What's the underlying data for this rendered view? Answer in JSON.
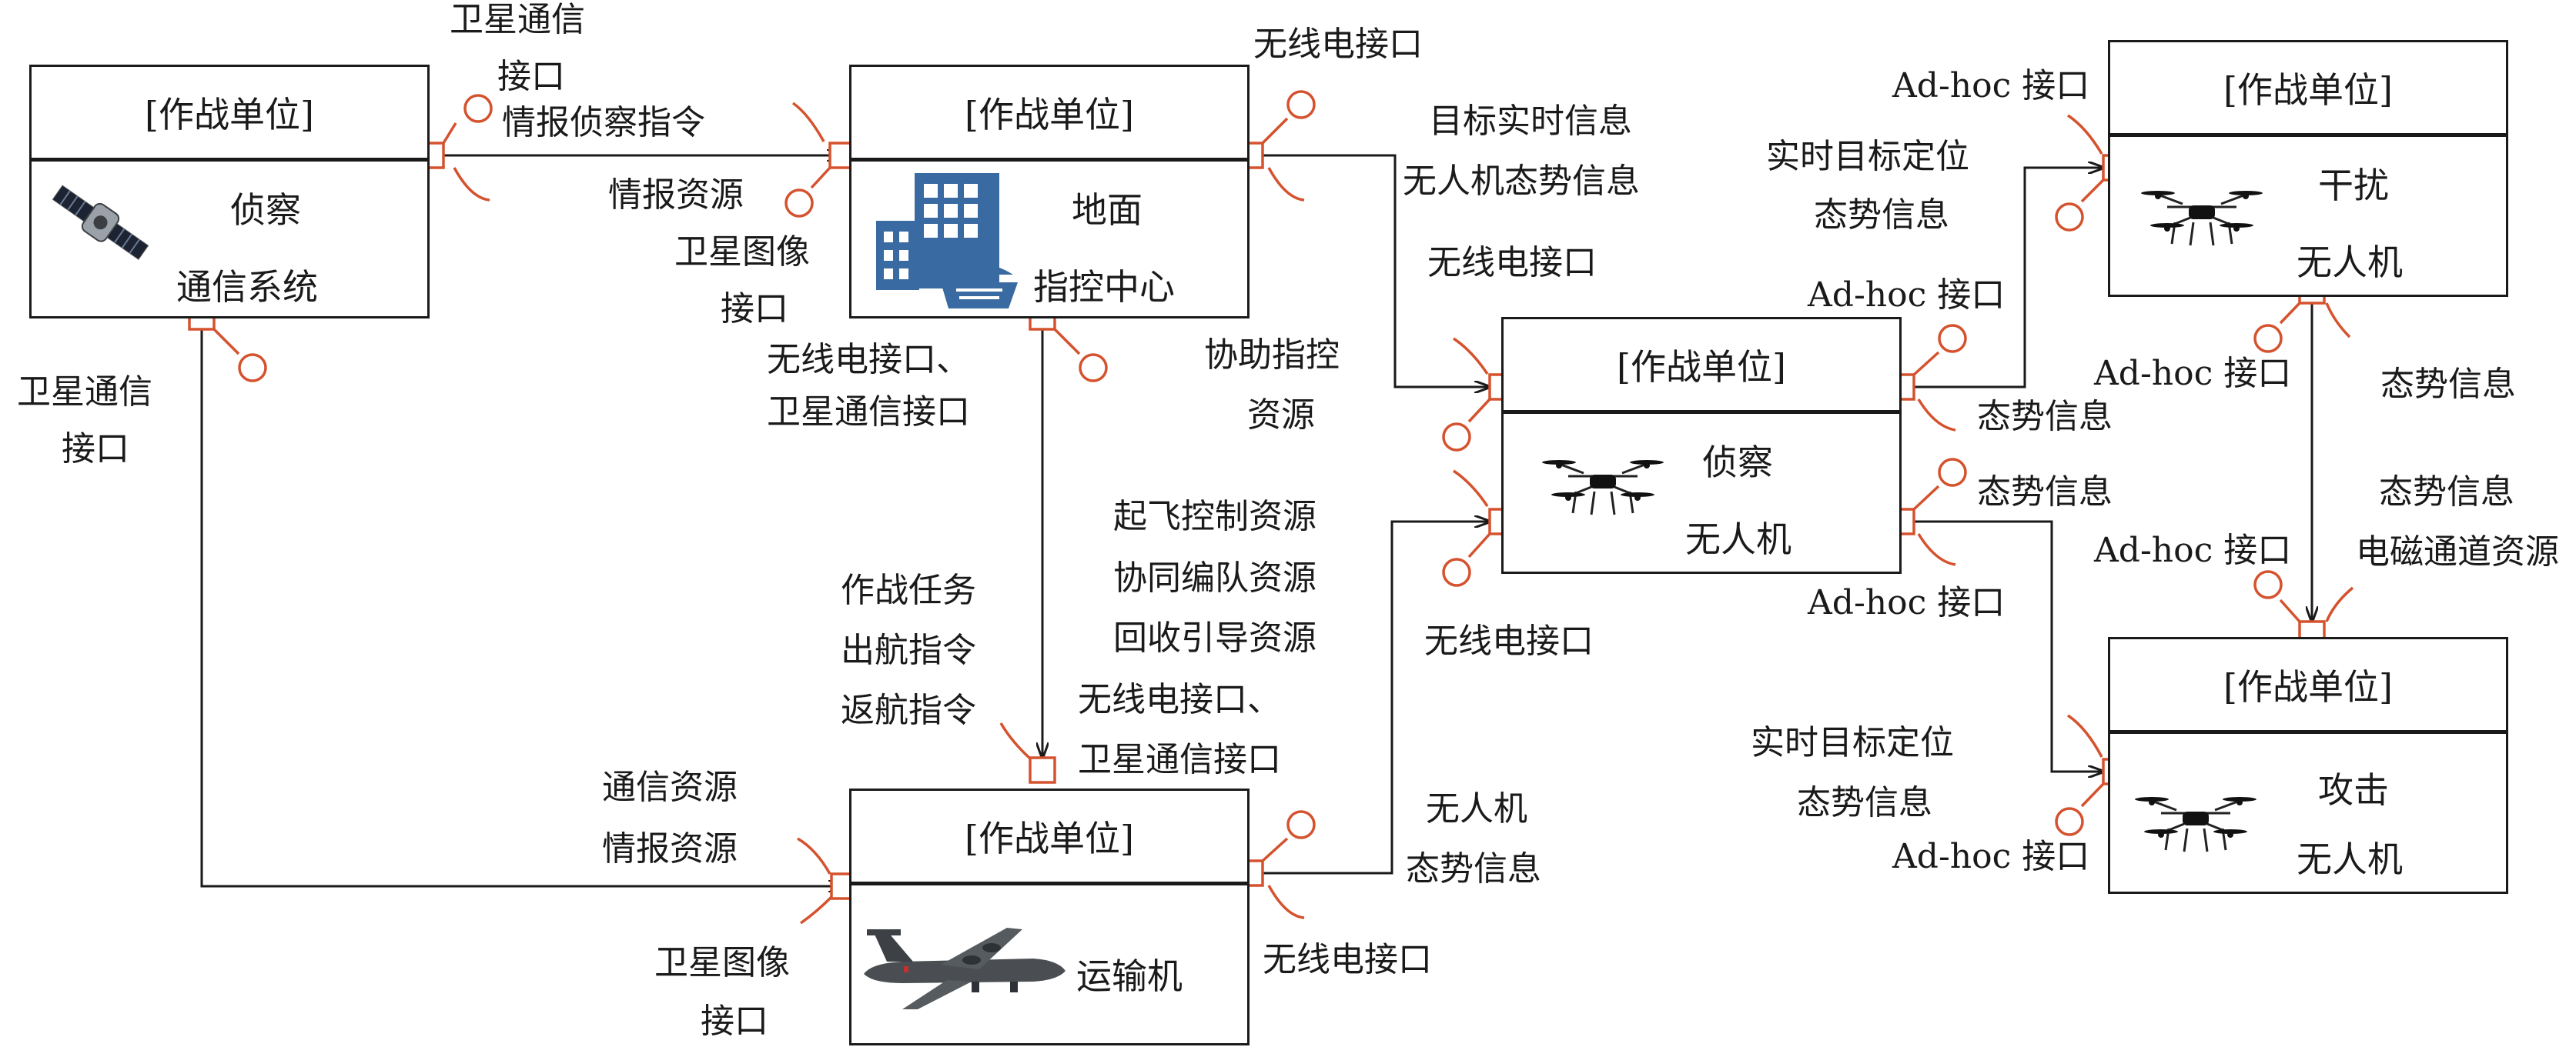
{
  "units": {
    "recon_satellite": {
      "header": "[作战单位]",
      "name_line1": "侦察",
      "name_line2": "通信系统",
      "icon": "satellite-icon"
    },
    "ground_command": {
      "header": "[作战单位]",
      "name_line1": "地面",
      "name_line2": "指控中心",
      "icon": "command-building-icon"
    },
    "recon_uav": {
      "header": "[作战单位]",
      "name_line1": "侦察",
      "name_line2": "无人机",
      "icon": "drone-icon"
    },
    "jamming_uav": {
      "header": "[作战单位]",
      "name_line1": "干扰",
      "name_line2": "无人机",
      "icon": "drone-icon"
    },
    "attack_uav": {
      "header": "[作战单位]",
      "name_line1": "攻击",
      "name_line2": "无人机",
      "icon": "drone-icon"
    },
    "transport": {
      "header": "[作战单位]",
      "name_line1": "运输机",
      "icon": "transport-aircraft-icon"
    }
  },
  "labels": {
    "sat_comm_top_1": "卫星通信",
    "sat_comm_top_2": "接口",
    "intel_recon_cmd": "情报侦察指令",
    "intel_resource_1": "情报资源",
    "sat_image_1a": "卫星图像",
    "sat_image_1b": "接口",
    "radio_if_top": "无线电接口",
    "target_realtime": "目标实时信息",
    "uav_situation_1": "无人机态势信息",
    "radio_if_mid": "无线电接口",
    "assist_cmd_1": "协助指控",
    "assist_cmd_2": "资源",
    "radio_sat_if_1a": "无线电接口、",
    "radio_sat_if_1b": "卫星通信接口",
    "sat_comm_left_1": "卫星通信",
    "sat_comm_left_2": "接口",
    "takeoff_ctrl": "起飞控制资源",
    "formation": "协同编队资源",
    "recovery": "回收引导资源",
    "radio_if_low": "无线电接口",
    "mission": "作战任务",
    "departure": "出航指令",
    "return": "返航指令",
    "radio_sat_if_2a": "无线电接口、",
    "radio_sat_if_2b": "卫星通信接口",
    "comm_resource": "通信资源",
    "intel_resource_2": "情报资源",
    "uav_situation_2a": "无人机",
    "uav_situation_2b": "态势信息",
    "sat_image_2a": "卫星图像",
    "sat_image_2b": "接口",
    "radio_if_bottom": "无线电接口",
    "adhoc_top": "Ad-hoc 接口",
    "realtime_target_pos_1a": "实时目标定位",
    "realtime_target_pos_1b": "态势信息",
    "adhoc_recon_upper": "Ad-hoc 接口",
    "situation_info_1": "态势信息",
    "situation_info_2": "态势信息",
    "adhoc_recon_lower": "Ad-hoc 接口",
    "adhoc_jam_bottom": "Ad-hoc 接口",
    "situation_info_3": "态势信息",
    "situation_info_4": "态势信息",
    "em_channel": "电磁通道资源",
    "adhoc_attack_top": "Ad-hoc 接口",
    "realtime_target_pos_2a": "实时目标定位",
    "realtime_target_pos_2b": "态势信息",
    "adhoc_attack_bottom": "Ad-hoc 接口"
  },
  "colors": {
    "port": "#d5522e",
    "line": "#1a1a1a",
    "icon_blue": "#3a6aa2"
  }
}
